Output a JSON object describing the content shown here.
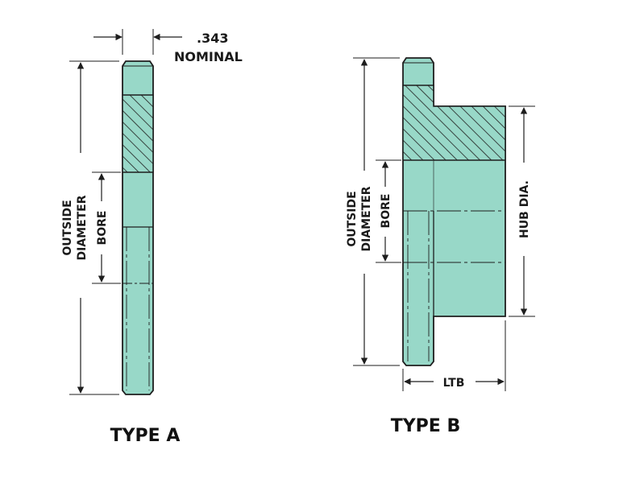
{
  "colors": {
    "part_fill": "#98d8c8",
    "outline": "#1e1e1e",
    "hatch": "#1e1e1e",
    "background": "#ffffff"
  },
  "type_a": {
    "caption": "TYPE A",
    "thickness_value": ".343",
    "thickness_note": "NOMINAL",
    "outside_label_1": "OUTSIDE",
    "outside_label_2": "DIAMETER",
    "bore_label": "BORE"
  },
  "type_b": {
    "caption": "TYPE B",
    "outside_label_1": "OUTSIDE",
    "outside_label_2": "DIAMETER",
    "bore_label": "BORE",
    "hub_label": "HUB DIA.",
    "ltb_label": "LTB"
  }
}
